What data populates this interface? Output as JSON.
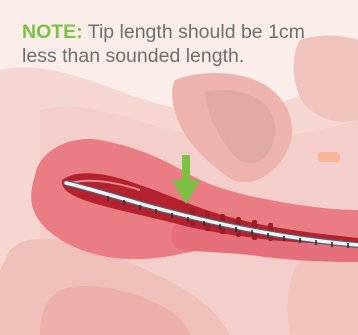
{
  "note": {
    "label": "NOTE:",
    "line1": "Tip length should be 1cm",
    "line2": "less than sounded length."
  },
  "colors": {
    "note_label": "#7cc242",
    "note_text": "#6f6f6f",
    "background": "#fbeeea",
    "uterine_wall": "#ea7d84",
    "uterine_cavity": "#b5212e",
    "arrow": "#7cc242",
    "sound": "#d9dde2"
  },
  "icons": {
    "indicator": "down-arrow-icon"
  }
}
